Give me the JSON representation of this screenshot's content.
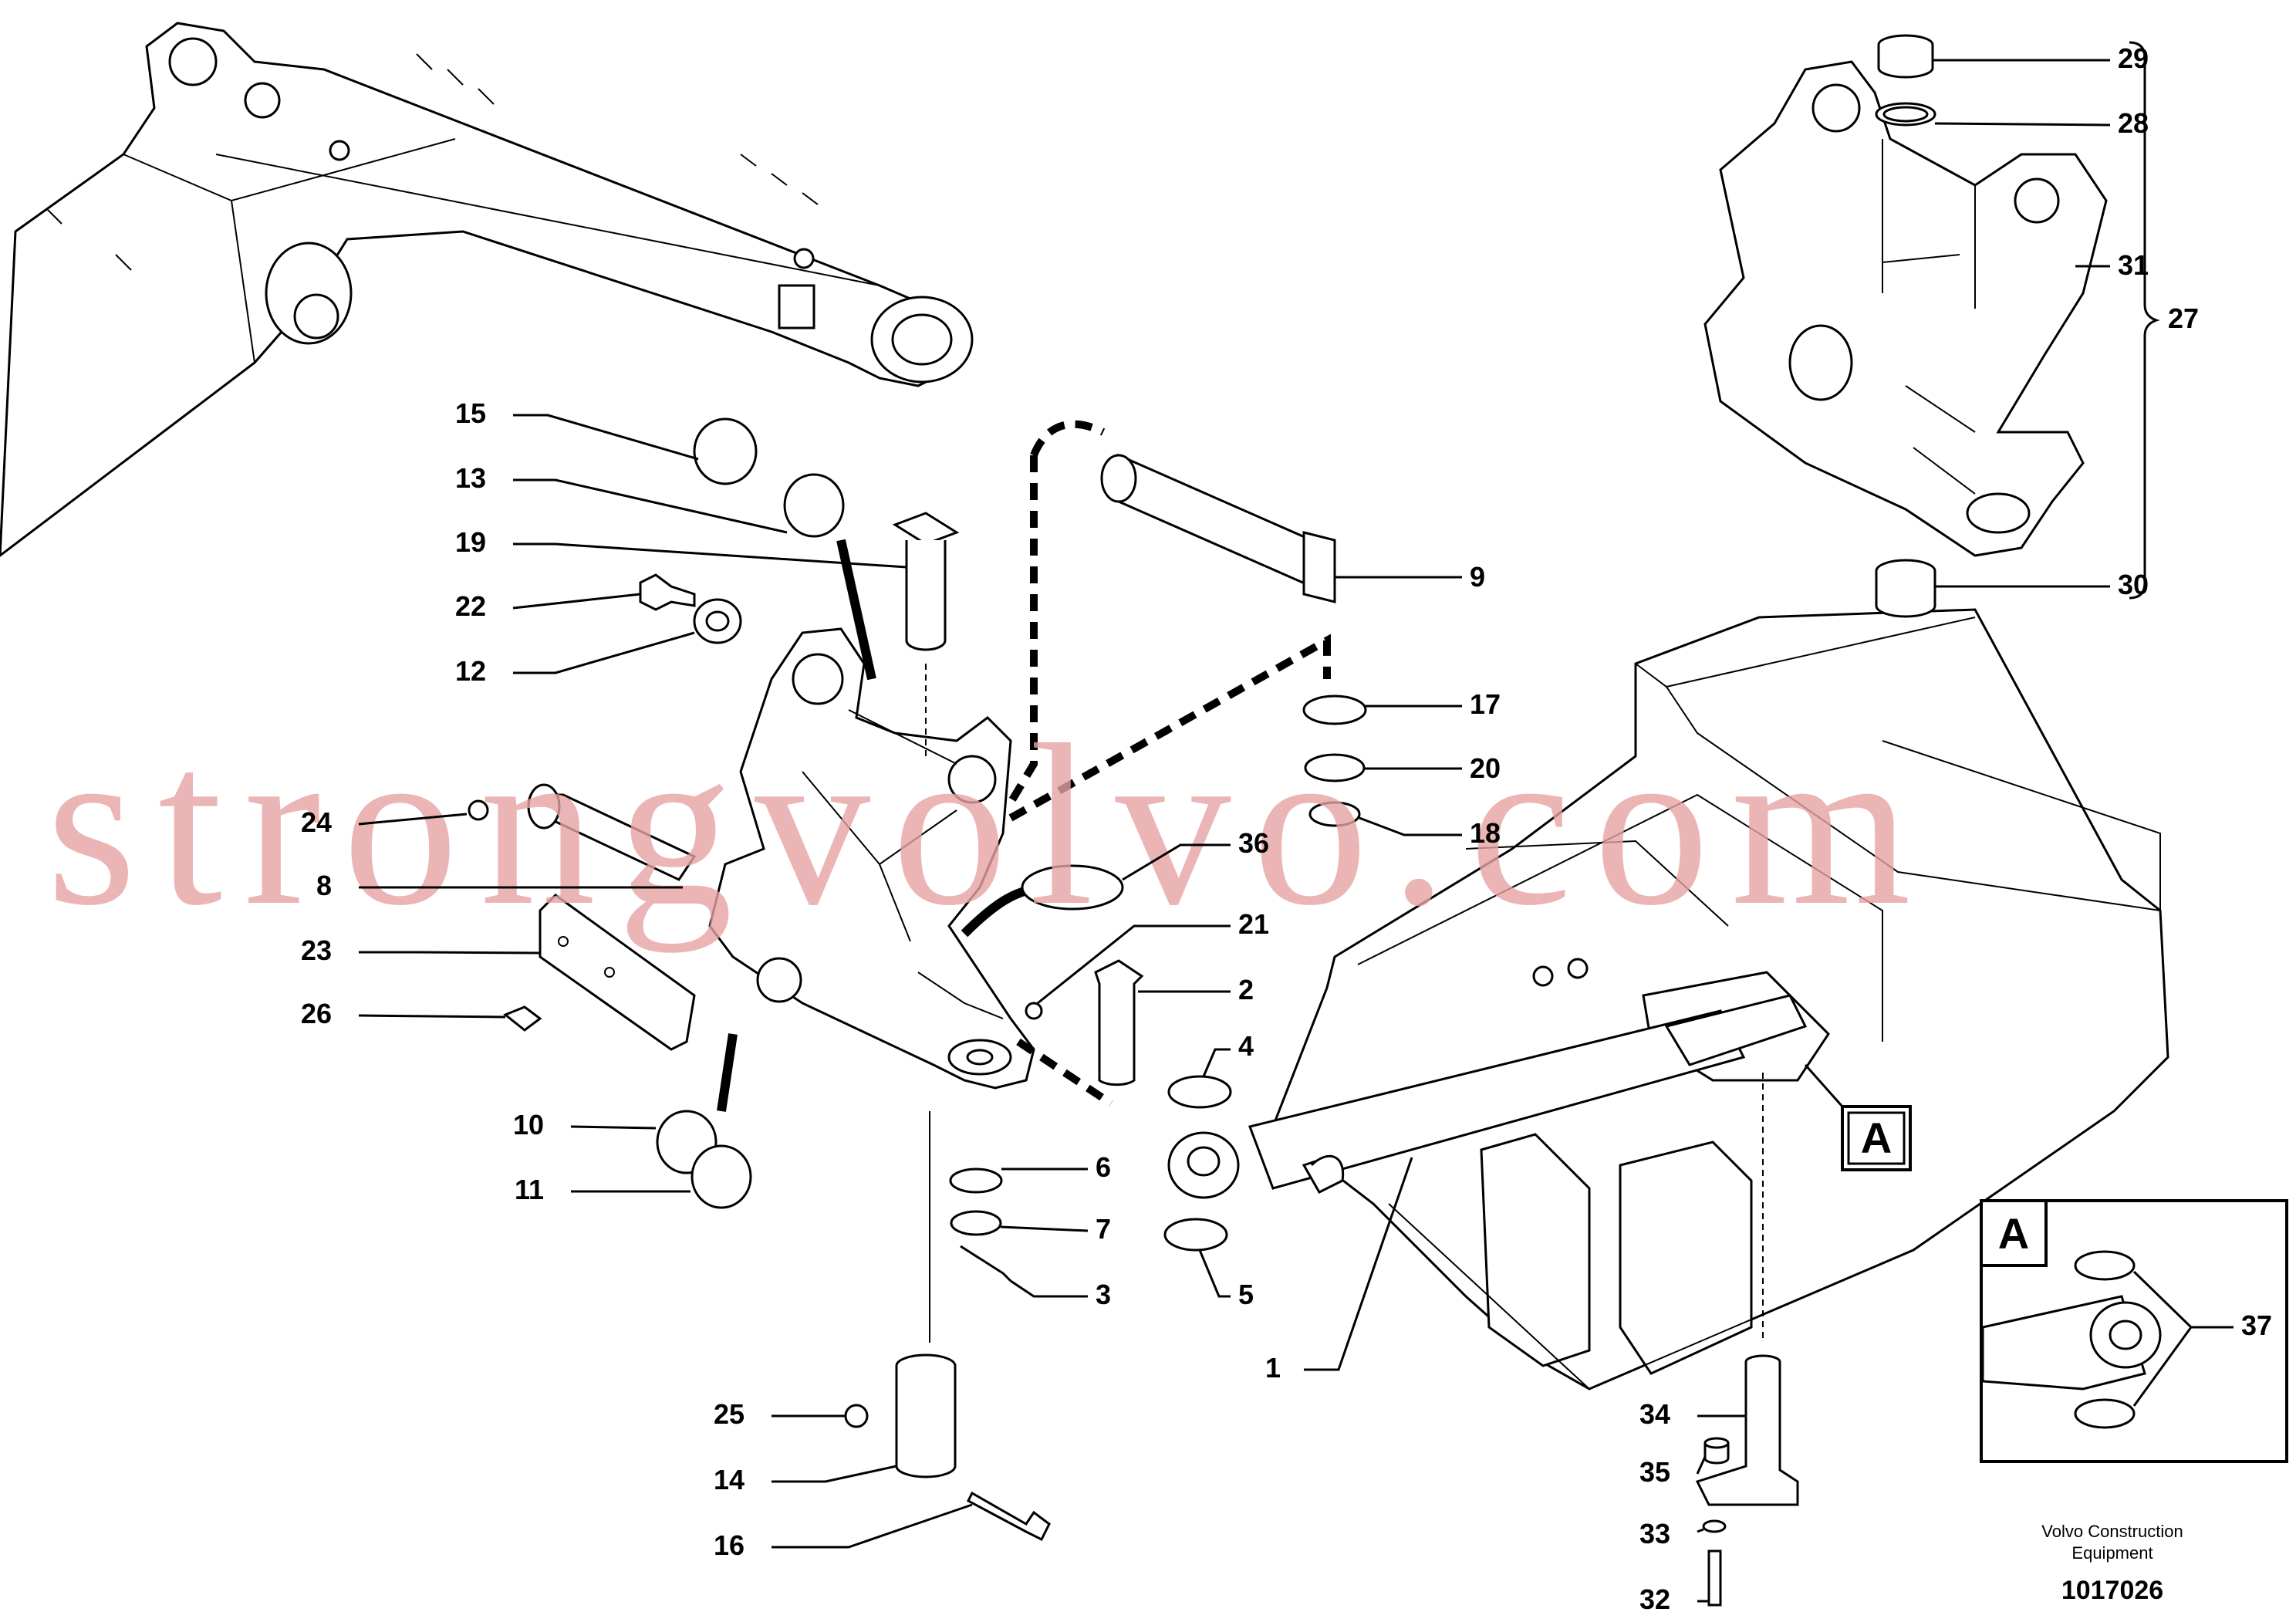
{
  "callouts": [
    {
      "id": "15",
      "label": "15"
    },
    {
      "id": "13",
      "label": "13"
    },
    {
      "id": "19",
      "label": "19"
    },
    {
      "id": "22",
      "label": "22"
    },
    {
      "id": "12",
      "label": "12"
    },
    {
      "id": "24",
      "label": "24"
    },
    {
      "id": "8",
      "label": "8"
    },
    {
      "id": "23",
      "label": "23"
    },
    {
      "id": "26",
      "label": "26"
    },
    {
      "id": "10",
      "label": "10"
    },
    {
      "id": "11",
      "label": "11"
    },
    {
      "id": "9",
      "label": "9"
    },
    {
      "id": "17",
      "label": "17"
    },
    {
      "id": "20",
      "label": "20"
    },
    {
      "id": "18",
      "label": "18"
    },
    {
      "id": "36",
      "label": "36"
    },
    {
      "id": "21",
      "label": "21"
    },
    {
      "id": "2",
      "label": "2"
    },
    {
      "id": "4",
      "label": "4"
    },
    {
      "id": "6",
      "label": "6"
    },
    {
      "id": "7",
      "label": "7"
    },
    {
      "id": "3",
      "label": "3"
    },
    {
      "id": "5",
      "label": "5"
    },
    {
      "id": "1",
      "label": "1"
    },
    {
      "id": "25",
      "label": "25"
    },
    {
      "id": "14",
      "label": "14"
    },
    {
      "id": "16",
      "label": "16"
    },
    {
      "id": "29",
      "label": "29"
    },
    {
      "id": "28",
      "label": "28"
    },
    {
      "id": "31",
      "label": "31"
    },
    {
      "id": "27",
      "label": "27"
    },
    {
      "id": "30",
      "label": "30"
    },
    {
      "id": "34",
      "label": "34"
    },
    {
      "id": "35",
      "label": "35"
    },
    {
      "id": "33",
      "label": "33"
    },
    {
      "id": "32",
      "label": "32"
    },
    {
      "id": "37",
      "label": "37"
    }
  ],
  "detail_marker": "A",
  "detail_box_label": "A",
  "watermark": "strongvolvo.com",
  "credit_line1": "Volvo Construction",
  "credit_line2": "Equipment",
  "document_number": "1017026"
}
